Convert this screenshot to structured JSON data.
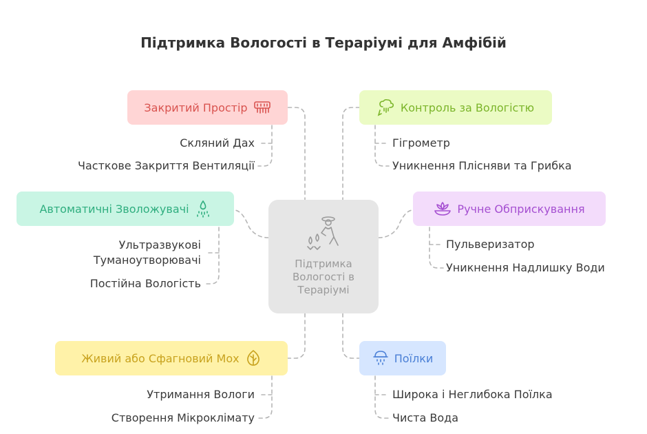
{
  "title": "Підтримка Вологості в Тераріумі для Амфібій",
  "center": {
    "label": "Підтримка Вологості в Тераріумі",
    "icon": "person-watering-plants-icon"
  },
  "nodes": [
    {
      "id": "enclosed",
      "label": "Закритий Простір",
      "icon": "greenhouse-icon",
      "colors": {
        "bg": "#ffd5d5",
        "text": "#d9534f"
      },
      "items": [
        "Скляний Дах",
        "Часткове Закриття Вентиляції"
      ]
    },
    {
      "id": "control",
      "label": "Контроль за Вологістю",
      "icon": "rain-cloud-icon",
      "colors": {
        "bg": "#ebfbc4",
        "text": "#7bb52a"
      },
      "items": [
        "Гігрометр",
        "Уникнення Плісняви та Грибка"
      ]
    },
    {
      "id": "auto",
      "label": "Автоматичні Зволожувачі",
      "icon": "sprinkler-icon",
      "colors": {
        "bg": "#c9f5e4",
        "text": "#2fae7f"
      },
      "items": [
        "Ультразвукові Туманоутворювачі",
        "Постійна Вологість"
      ]
    },
    {
      "id": "manual",
      "label": "Ручне Обприскування",
      "icon": "lotus-bowl-icon",
      "colors": {
        "bg": "#f3dcfb",
        "text": "#a54fd1"
      },
      "items": [
        "Пульверизатор",
        "Уникнення Надлишку Води"
      ]
    },
    {
      "id": "moss",
      "label": "Живий або Сфагновий Мох",
      "icon": "leaf-icon",
      "colors": {
        "bg": "#fff2a8",
        "text": "#c8a21e"
      },
      "items": [
        "Утримання Вологи",
        "Створення Мікроклімату"
      ]
    },
    {
      "id": "drinkers",
      "label": "Поїлки",
      "icon": "shower-head-icon",
      "colors": {
        "bg": "#d6e6ff",
        "text": "#4a7fd6"
      },
      "items": [
        "Широка і Неглибока Поїлка",
        "Чиста Вода"
      ]
    }
  ]
}
